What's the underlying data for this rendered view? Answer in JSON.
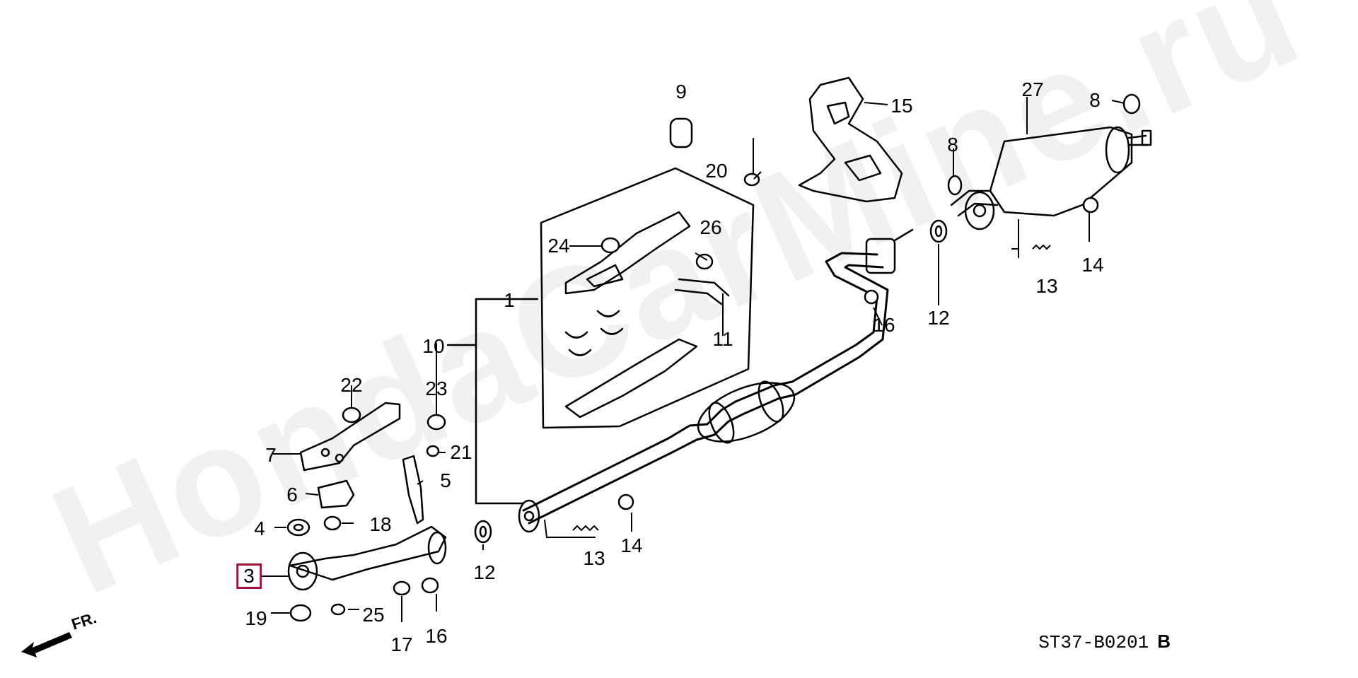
{
  "watermark": "HondaCarMine.ru",
  "part_labels": [
    "1",
    "3",
    "4",
    "5",
    "6",
    "7",
    "8",
    "9",
    "10",
    "11",
    "12",
    "12",
    "13",
    "13",
    "14",
    "14",
    "15",
    "16",
    "16",
    "17",
    "18",
    "19",
    "20",
    "21",
    "22",
    "23",
    "24",
    "25",
    "26",
    "27"
  ],
  "highlighted_part": "3",
  "diagram_code": "ST37-B0201",
  "diagram_suffix": "B",
  "front_indicator": "FR."
}
